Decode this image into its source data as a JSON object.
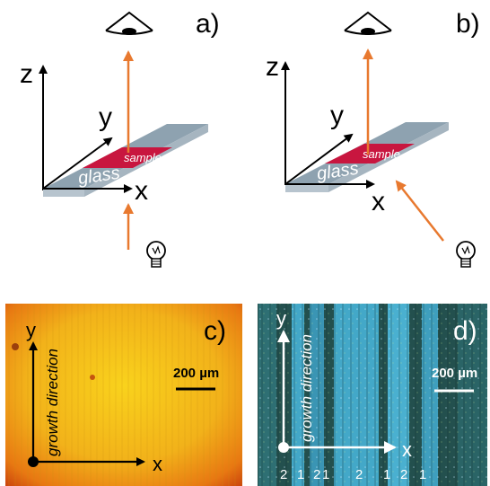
{
  "panels": {
    "a": {
      "letter": "a)",
      "axes": {
        "z": "z",
        "y": "y",
        "x": "x"
      },
      "plate": {
        "sample": "sample",
        "glass": "glass"
      }
    },
    "b": {
      "letter": "b)",
      "axes": {
        "z": "z",
        "y": "y",
        "x": "x"
      },
      "plate": {
        "sample": "sample",
        "glass": "glass"
      }
    },
    "c": {
      "letter": "c)",
      "axis_y": "y",
      "axis_x": "x",
      "direction_label": "growth direction",
      "scale_bar": "200 µm"
    },
    "d": {
      "letter": "d)",
      "axis_y": "y",
      "axis_x": "x",
      "direction_label": "growth direction",
      "scale_bar": "200 µm",
      "domain_labels": [
        "2",
        "1",
        "2",
        "1",
        "2",
        "1",
        "2",
        "1"
      ]
    }
  },
  "colors": {
    "light_arrow": "#e8792f",
    "sample": "#c8163f",
    "glass_top": "#8ea2b0",
    "glass_side": "#b7c4ce",
    "photo_c_center": "#f6cc1a",
    "photo_c_edge": "#e25a0a",
    "photo_d_dark": "#23504e",
    "photo_d_band": "#43a8c8"
  },
  "icons": [
    "eye-icon",
    "light-bulb-icon"
  ]
}
